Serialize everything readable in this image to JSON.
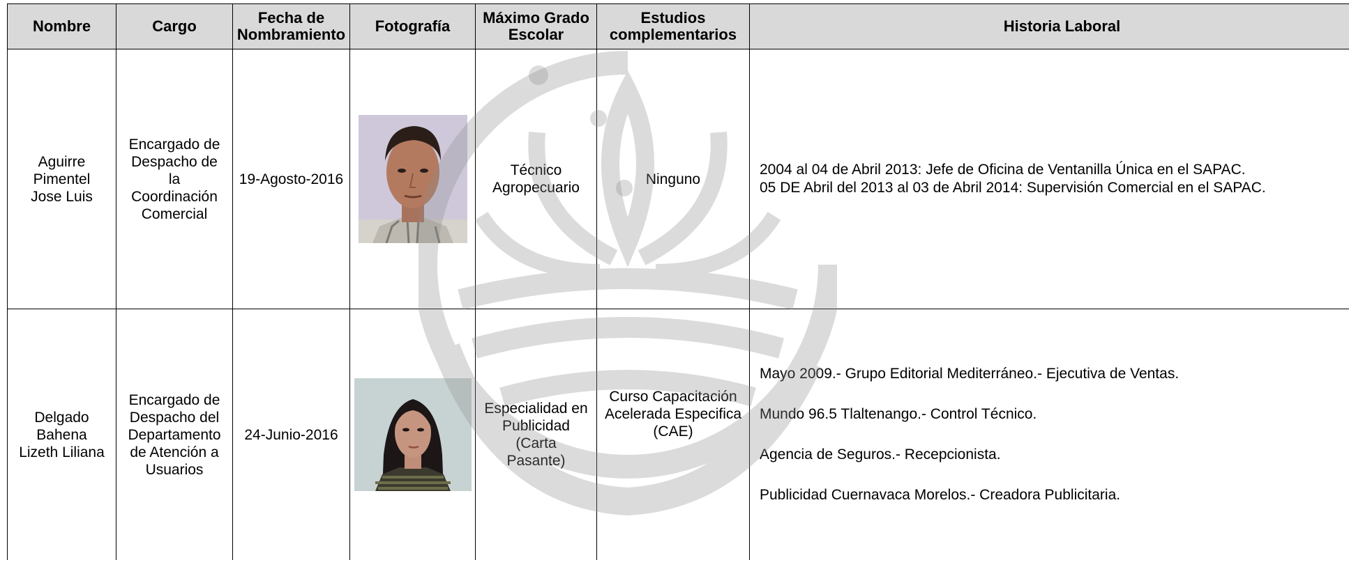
{
  "headers": {
    "nombre": "Nombre",
    "cargo": "Cargo",
    "fecha": "Fecha de\nNombramiento",
    "fotografia": "Fotografía",
    "grado": "Máximo Grado\nEscolar",
    "estudios": "Estudios\ncomplementarios",
    "historia": "Historia Laboral"
  },
  "rows": [
    {
      "nombre": "Aguirre Pimentel\nJose Luis",
      "cargo": "Encargado de\nDespacho de\nla\nCoordinación\nComercial",
      "fecha": "19-Agosto-2016",
      "grado": "Técnico\nAgropecuario",
      "estudios": "Ninguno",
      "historia": [
        "2004 al 04 de Abril 2013: Jefe de Oficina de Ventanilla Única en el SAPAC.",
        "05 DE Abril del 2013 al 03 de Abril 2014: Supervisión Comercial en el SAPAC."
      ]
    },
    {
      "nombre": "Delgado Bahena\nLizeth Liliana",
      "cargo": "Encargado de\nDespacho del\nDepartamento\nde Atención a\nUsuarios",
      "fecha": "24-Junio-2016",
      "grado": "Especialidad en\nPublicidad (Carta\nPasante)",
      "estudios": "Curso Capacitación\nAcelerada Especifica\n(CAE)",
      "historia": [
        "Mayo 2009.- Grupo Editorial Mediterráneo.- Ejecutiva de Ventas.",
        "Mundo 96.5 Tlaltenango.- Control Técnico.",
        "Agencia de Seguros.- Recepcionista.",
        "Publicidad Cuernavaca Morelos.- Creadora Publicitaria."
      ]
    }
  ],
  "colors": {
    "header_bg": "#d9d9d9",
    "border": "#000000",
    "watermark": "#8c8c8c"
  }
}
